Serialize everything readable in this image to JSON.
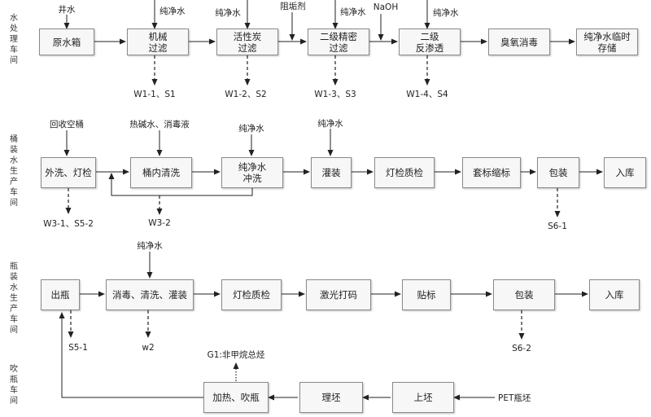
{
  "sections": {
    "water_treatment": "水处理车间",
    "barrel_water": "桶装水生产车间",
    "bottle_water": "瓶装水生产车间",
    "blow_molding": "吹瓶车间"
  },
  "row1": {
    "boxes": [
      "原水箱",
      "机械\n过滤",
      "活性炭\n过滤",
      "二级精密\n过滤",
      "二级\n反渗透",
      "臭氧消毒",
      "纯净水临时\n存储"
    ],
    "inputs": [
      "井水",
      "纯净水",
      "纯净水",
      "阻垢剂",
      "纯净水",
      "NaOH",
      "纯净水"
    ],
    "outputs": [
      "W1-1、S1",
      "W1-2、S2",
      "W1-3、S3",
      "W1-4、S4"
    ]
  },
  "row2": {
    "boxes": [
      "外洗、灯检",
      "桶内清洗",
      "纯净水\n冲洗",
      "灌装",
      "灯检质检",
      "套标缩标",
      "包装",
      "入库"
    ],
    "inputs": [
      "回收空桶",
      "热碱水、消毒液",
      "纯净水",
      "纯净水"
    ],
    "outputs": [
      "W3-1、S5-2",
      "W3-2",
      "S6-1"
    ]
  },
  "row3": {
    "boxes": [
      "出瓶",
      "消毒、清洗、灌装",
      "灯检质检",
      "激光打码",
      "贴标",
      "包装",
      "入库"
    ],
    "inputs": [
      "纯净水"
    ],
    "outputs": [
      "S5-1",
      "w2",
      "S6-2"
    ]
  },
  "row4": {
    "boxes": [
      "加热、吹瓶",
      "理坯",
      "上坯"
    ],
    "inputs": [
      "PET瓶坯"
    ],
    "outputs": [
      "G1:非甲烷总烃"
    ]
  }
}
